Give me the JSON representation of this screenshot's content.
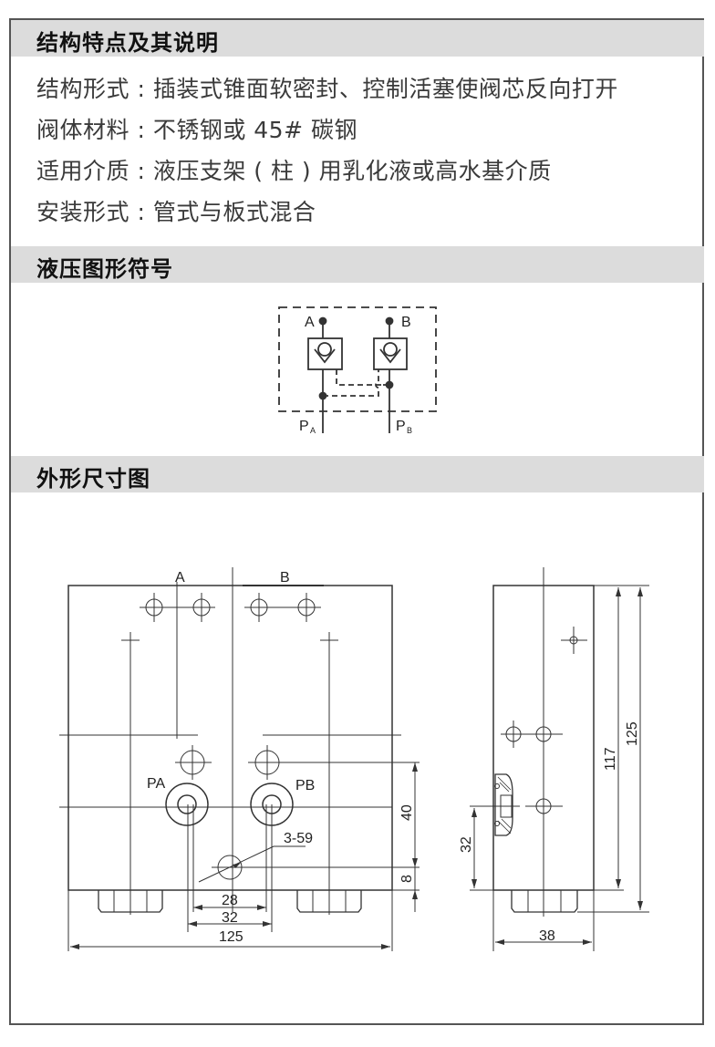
{
  "sections": {
    "features": {
      "title": "结构特点及其说明",
      "lines": [
        "结构形式 : 插装式锥面软密封、控制活塞使阀芯反向打开",
        "阀体材料 : 不锈钢或 45# 碳钢",
        "适用介质 : 液压支架 ( 柱 ) 用乳化液或高水基介质",
        "安装形式 : 管式与板式混合"
      ]
    },
    "symbol": {
      "title": "液压图形符号",
      "labels": {
        "a": "A",
        "b": "B",
        "pa_main": "P",
        "pa_sub": "A",
        "pb_main": "P",
        "pb_sub": "B"
      }
    },
    "dimensions": {
      "title": "外形尺寸图",
      "front": {
        "a": "A",
        "b": "B",
        "pa": "PA",
        "pb": "PB",
        "hole_note": "3-59",
        "d40": "40",
        "d8": "8",
        "d28": "28",
        "d32": "32",
        "d125": "125"
      },
      "side": {
        "d117": "117",
        "d125": "125",
        "d32": "32",
        "d38": "38"
      }
    }
  }
}
